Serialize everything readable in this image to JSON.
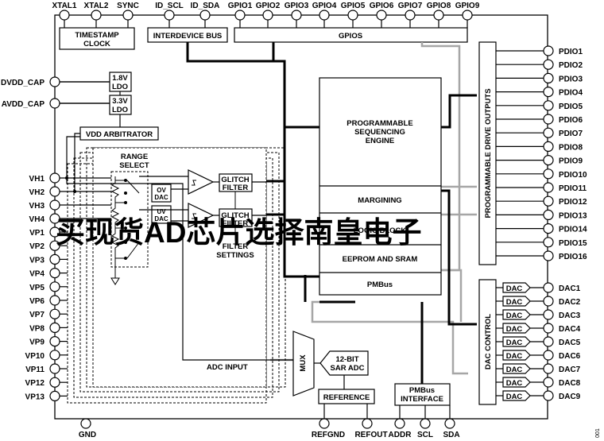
{
  "top_pins": [
    "XTAL1",
    "XTAL2",
    "SYNC",
    "ID_SCL",
    "ID_SDA",
    "GPIO1",
    "GPIO2",
    "GPIO3",
    "GPIO4",
    "GPIO5",
    "GPIO6",
    "GPIO7",
    "GPIO8",
    "GPIO9"
  ],
  "left_supply_pins": [
    "DVDD_CAP",
    "AVDD_CAP"
  ],
  "left_vh_pins": [
    "VH1",
    "VH2",
    "VH3",
    "VH4"
  ],
  "left_vp_pins": [
    "VP1",
    "VP2",
    "VP3",
    "VP4",
    "VP5",
    "VP6",
    "VP7",
    "VP8",
    "VP9",
    "VP10",
    "VP11",
    "VP12",
    "VP13"
  ],
  "pdio_pins": [
    "PDIO1",
    "PDIO2",
    "PDIO3",
    "PDIO4",
    "PDIO5",
    "PDIO6",
    "PDIO7",
    "PDIO8",
    "PDIO9",
    "PDIO10",
    "PDIO11",
    "PDIO12",
    "PDIO13",
    "PDIO14",
    "PDIO15",
    "PDIO16"
  ],
  "dac_pins": [
    "DAC1",
    "DAC2",
    "DAC3",
    "DAC4",
    "DAC5",
    "DAC6",
    "DAC7",
    "DAC8",
    "DAC9"
  ],
  "dac_block_label": "DAC",
  "bottom_pins": {
    "gnd": "GND",
    "refgnd": "REFGND",
    "refout": "REFOUT",
    "addr": "ADDR",
    "scl": "SCL",
    "sda": "SDA"
  },
  "blocks": {
    "timestamp_clock": [
      "TIMESTAMP",
      "CLOCK"
    ],
    "interdevice_bus": "INTERDEVICE BUS",
    "gpios": "GPIOS",
    "ldo_18": [
      "1.8V",
      "LDO"
    ],
    "ldo_33": [
      "3.3V",
      "LDO"
    ],
    "vdd_arbitrator": "VDD ARBITRATOR",
    "range_select": [
      "RANGE",
      "SELECT"
    ],
    "ov_dac": [
      "OV",
      "DAC"
    ],
    "uv_dac": [
      "UV",
      "DAC"
    ],
    "glitch_filter": [
      "GLITCH",
      "FILTER"
    ],
    "filter_settings": [
      "FILTER",
      "SETTINGS"
    ],
    "sequencing_engine": [
      "PROGRAMMABLE",
      "SEQUENCING",
      "ENGINE"
    ],
    "margining": "MARGINING",
    "logic_block": "LOGIC BLOCK",
    "eeprom_sram": "EEPROM AND SRAM",
    "pmbus": "PMBus",
    "programmable_drive_outputs": "PROGRAMMABLE DRIVE OUTPUTS",
    "dac_control": "DAC CONTROL",
    "mux": "MUX",
    "sar_adc": [
      "12-BIT",
      "SAR ADC"
    ],
    "adc_input": "ADC INPUT",
    "reference": "REFERENCE",
    "pmbus_interface": [
      "PMBus",
      "INTERFACE"
    ]
  },
  "watermark": "买现货AD芯片选择南皇电子",
  "figure_number": "001",
  "colors": {
    "line": "#000000",
    "bus": "#000000",
    "secondary_wire": "#a6a6a6",
    "watermark": "#e0201c",
    "background": "#ffffff"
  }
}
